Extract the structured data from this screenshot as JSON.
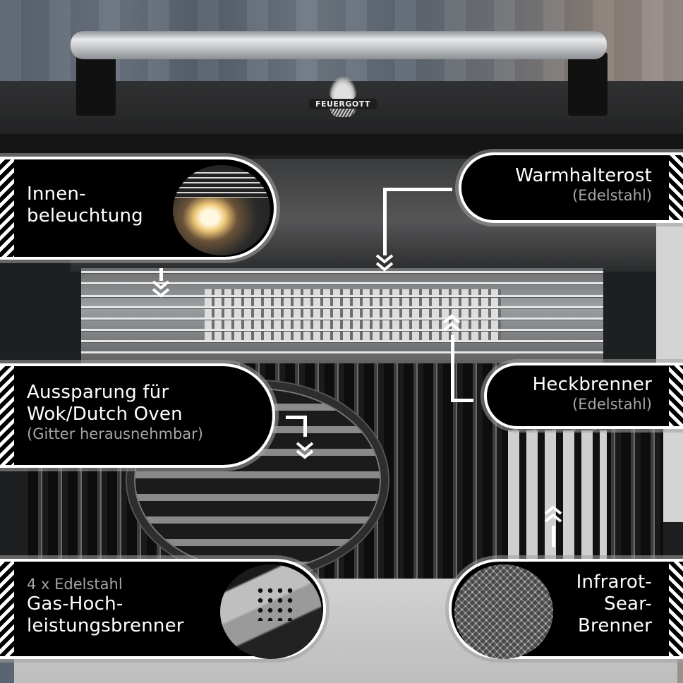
{
  "brand": {
    "logo_text": "FEUERGOTT"
  },
  "callouts": {
    "interior_light": {
      "lines": [
        "Innen-",
        "beleuchtung"
      ]
    },
    "warming_rack": {
      "title": "Warmhalterost",
      "subtitle": "(Edelstahl)"
    },
    "wok_opening": {
      "lines": [
        "Aussparung für",
        "Wok/Dutch Oven"
      ],
      "subtitle": "(Gitter herausnehmbar)"
    },
    "rear_burner": {
      "title": "Heckbrenner",
      "subtitle": "(Edelstahl)"
    },
    "main_burners": {
      "subtitle": "4 x Edelstahl",
      "lines": [
        "Gas-Hoch-",
        "leistungsbrenner"
      ]
    },
    "sear_burner": {
      "lines": [
        "Infrarot-",
        "Sear-",
        "Brenner"
      ]
    }
  },
  "colors": {
    "callout_bg": "#000000",
    "callout_border": "#ffffff",
    "title_text": "#ffffff",
    "subtitle_text": "#a6a6a6"
  },
  "icons": {
    "arrow_down": "double-chevron-down-icon",
    "arrow_up": "double-chevron-up-icon",
    "hatch": "diagonal-hatch-stripes"
  }
}
